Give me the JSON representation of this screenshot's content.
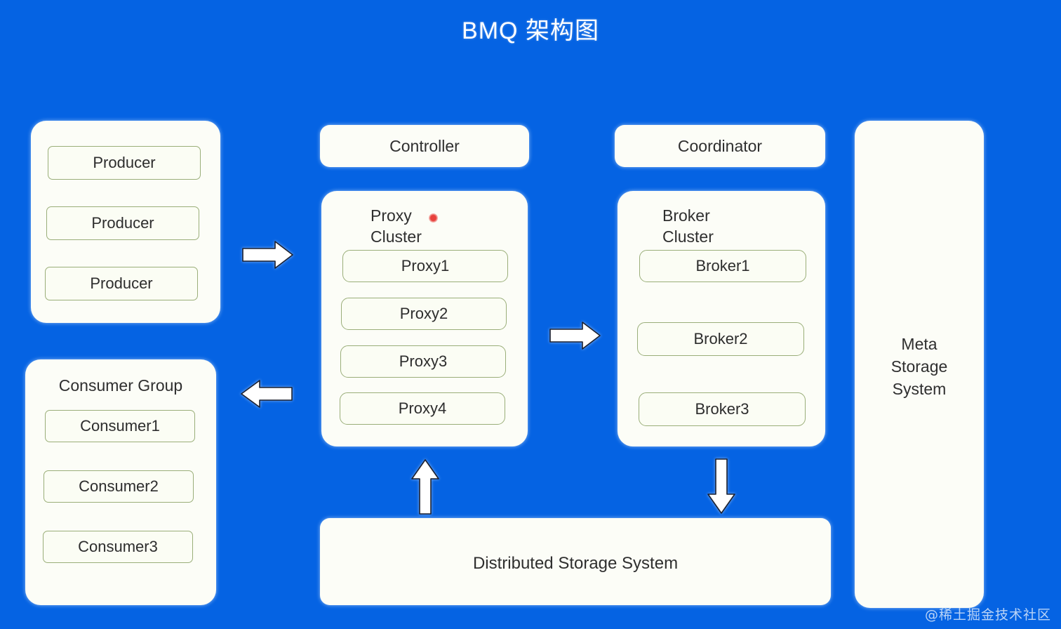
{
  "page": {
    "title": "BMQ 架构图",
    "background_color": "#0563e3",
    "card_color": "#fcfdf7",
    "item_border_color": "#9aae79",
    "text_color": "#2d2d2d",
    "cursor_color": "#e8413c",
    "watermark": "@稀土掘金技术社区"
  },
  "producer_group": {
    "items": [
      {
        "label": "Producer"
      },
      {
        "label": "Producer"
      },
      {
        "label": "Producer"
      }
    ]
  },
  "consumer_group": {
    "title": "Consumer Group",
    "items": [
      {
        "label": "Consumer1"
      },
      {
        "label": "Consumer2"
      },
      {
        "label": "Consumer3"
      }
    ]
  },
  "controller": {
    "label": "Controller"
  },
  "proxy_cluster": {
    "title": "Proxy\nCluster",
    "items": [
      {
        "label": "Proxy1"
      },
      {
        "label": "Proxy2"
      },
      {
        "label": "Proxy3"
      },
      {
        "label": "Proxy4"
      }
    ]
  },
  "coordinator": {
    "label": "Coordinator"
  },
  "broker_cluster": {
    "title": "Broker\nCluster",
    "items": [
      {
        "label": "Broker1"
      },
      {
        "label": "Broker2"
      },
      {
        "label": "Broker3"
      }
    ]
  },
  "meta_storage": {
    "label": "Meta\nStorage\nSystem"
  },
  "distributed_storage": {
    "label": "Distributed Storage System"
  },
  "arrows": [
    {
      "name": "producer-to-proxy",
      "direction": "right"
    },
    {
      "name": "proxy-to-consumer",
      "direction": "left"
    },
    {
      "name": "proxy-to-broker",
      "direction": "right"
    },
    {
      "name": "storage-to-proxy",
      "direction": "up"
    },
    {
      "name": "broker-to-storage",
      "direction": "down"
    }
  ]
}
